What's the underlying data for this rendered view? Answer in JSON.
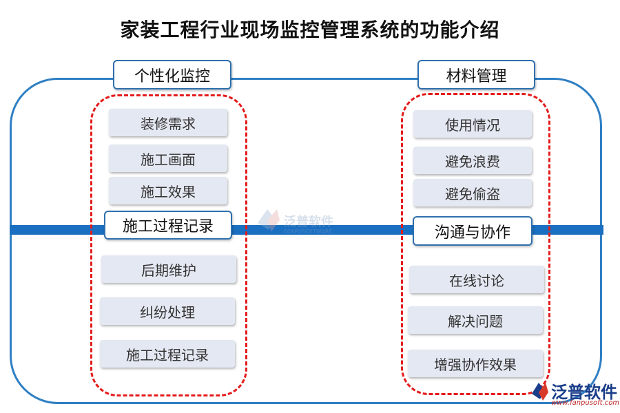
{
  "title": "家装工程行业现场监控管理系统的功能介绍",
  "left_group": {
    "header": "个性化监控",
    "items": [
      "装修需求",
      "施工画面",
      "施工效果"
    ],
    "mid_header": "施工过程记录",
    "lower_items": [
      "后期维护",
      "纠纷处理",
      "施工过程记录"
    ]
  },
  "right_group": {
    "header": "材料管理",
    "items": [
      "使用情况",
      "避免浪费",
      "避免偷盗"
    ],
    "mid_header": "沟通与协作",
    "lower_items": [
      "在线讨论",
      "解决问题",
      "增强协作效果"
    ]
  },
  "watermark": {
    "brand": "泛普软件",
    "sub": "FANPUSOFTWARE"
  },
  "logo": {
    "brand": "泛普软件",
    "url": "www.fanpusoft.com"
  },
  "colors": {
    "frame": "#2e7fc3",
    "band": "#1b6fc0",
    "dash": "#e41b1b",
    "item_bg": "#e4e8f2"
  }
}
